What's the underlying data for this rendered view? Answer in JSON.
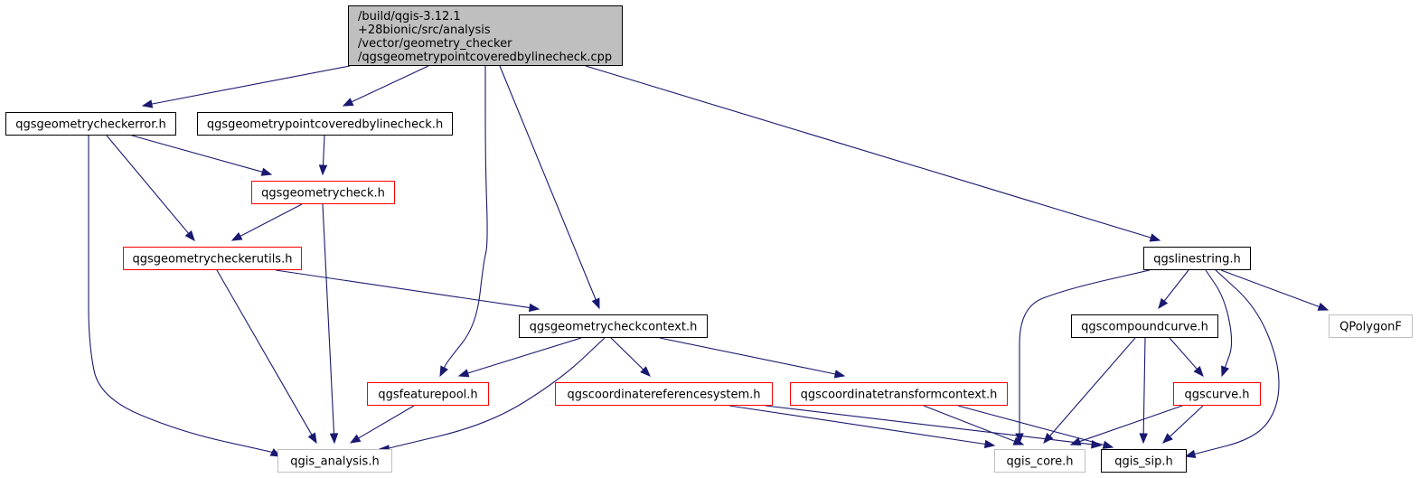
{
  "graph": {
    "colors": {
      "edge": "#191970",
      "root_fill": "#bfbfbf",
      "border_black": "#000000",
      "border_red": "#ff0000",
      "border_gray": "#bfbfbf"
    },
    "nodes": [
      {
        "id": "root",
        "lines": [
          "/build/qgis-3.12.1",
          "+28bionic/src/analysis",
          "/vector/geometry_checker",
          "/qgsgeometrypointcoveredbylinecheck.cpp"
        ],
        "style": "root"
      },
      {
        "id": "checkerror",
        "lines": [
          "qgsgeometrycheckerror.h"
        ],
        "style": "black"
      },
      {
        "id": "pointcovered",
        "lines": [
          "qgsgeometrypointcoveredbylinecheck.h"
        ],
        "style": "black"
      },
      {
        "id": "linestring",
        "lines": [
          "qgslinestring.h"
        ],
        "style": "black"
      },
      {
        "id": "geomcheck",
        "lines": [
          "qgsgeometrycheck.h"
        ],
        "style": "red"
      },
      {
        "id": "checkerutils",
        "lines": [
          "qgsgeometrycheckerutils.h"
        ],
        "style": "red"
      },
      {
        "id": "checkcontext",
        "lines": [
          "qgsgeometrycheckcontext.h"
        ],
        "style": "black"
      },
      {
        "id": "compoundcurve",
        "lines": [
          "qgscompoundcurve.h"
        ],
        "style": "black"
      },
      {
        "id": "qpolygonf",
        "lines": [
          "QPolygonF"
        ],
        "style": "gray"
      },
      {
        "id": "featurepool",
        "lines": [
          "qgsfeaturepool.h"
        ],
        "style": "red"
      },
      {
        "id": "crs",
        "lines": [
          "qgscoordinatereferencesystem.h"
        ],
        "style": "red"
      },
      {
        "id": "transformctx",
        "lines": [
          "qgscoordinatetransformcontext.h"
        ],
        "style": "red"
      },
      {
        "id": "curve",
        "lines": [
          "qgscurve.h"
        ],
        "style": "red"
      },
      {
        "id": "analysis",
        "lines": [
          "qgis_analysis.h"
        ],
        "style": "gray"
      },
      {
        "id": "core",
        "lines": [
          "qgis_core.h"
        ],
        "style": "gray"
      },
      {
        "id": "sip",
        "lines": [
          "qgis_sip.h"
        ],
        "style": "black"
      }
    ],
    "edges": [
      {
        "from": "root",
        "to": "checkerror"
      },
      {
        "from": "root",
        "to": "pointcovered"
      },
      {
        "from": "root",
        "to": "featurepool"
      },
      {
        "from": "root",
        "to": "checkcontext"
      },
      {
        "from": "root",
        "to": "linestring"
      },
      {
        "from": "checkerror",
        "to": "geomcheck"
      },
      {
        "from": "checkerror",
        "to": "checkerutils"
      },
      {
        "from": "checkerror",
        "to": "analysis"
      },
      {
        "from": "pointcovered",
        "to": "geomcheck"
      },
      {
        "from": "geomcheck",
        "to": "checkerutils"
      },
      {
        "from": "geomcheck",
        "to": "analysis"
      },
      {
        "from": "checkerutils",
        "to": "checkcontext"
      },
      {
        "from": "checkerutils",
        "to": "analysis"
      },
      {
        "from": "checkcontext",
        "to": "featurepool"
      },
      {
        "from": "checkcontext",
        "to": "analysis"
      },
      {
        "from": "checkcontext",
        "to": "crs"
      },
      {
        "from": "checkcontext",
        "to": "transformctx"
      },
      {
        "from": "featurepool",
        "to": "analysis"
      },
      {
        "from": "crs",
        "to": "core"
      },
      {
        "from": "crs",
        "to": "sip"
      },
      {
        "from": "transformctx",
        "to": "core"
      },
      {
        "from": "transformctx",
        "to": "sip"
      },
      {
        "from": "linestring",
        "to": "compoundcurve"
      },
      {
        "from": "linestring",
        "to": "qpolygonf"
      },
      {
        "from": "linestring",
        "to": "curve"
      },
      {
        "from": "linestring",
        "to": "core"
      },
      {
        "from": "linestring",
        "to": "sip"
      },
      {
        "from": "compoundcurve",
        "to": "curve"
      },
      {
        "from": "compoundcurve",
        "to": "core"
      },
      {
        "from": "compoundcurve",
        "to": "sip"
      },
      {
        "from": "curve",
        "to": "core"
      },
      {
        "from": "curve",
        "to": "sip"
      }
    ]
  }
}
